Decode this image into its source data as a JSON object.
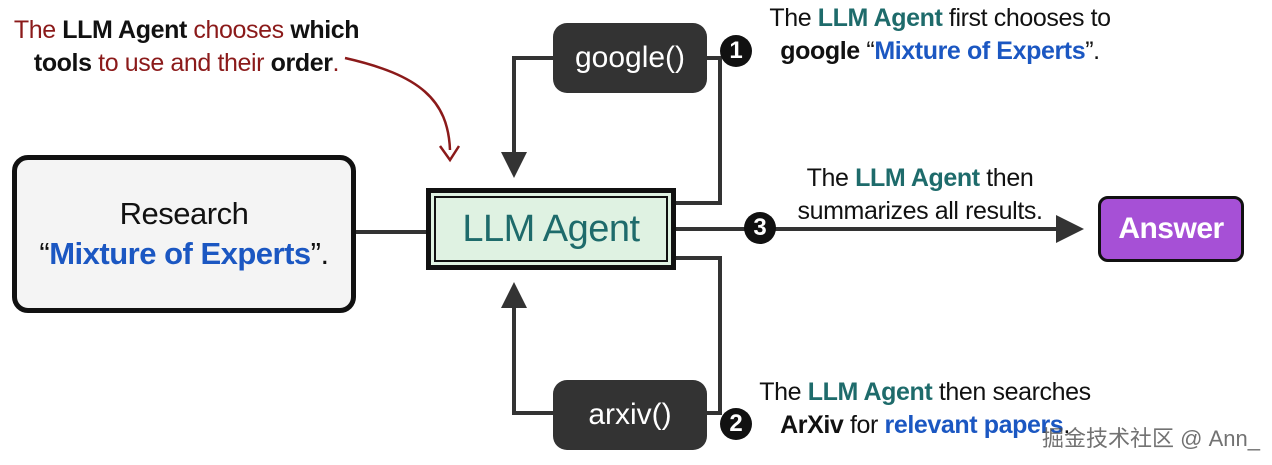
{
  "research": {
    "line1": "Research",
    "open_quote": "“",
    "topic": "Mixture of Experts",
    "close_quote": "”."
  },
  "agent": {
    "label": "LLM Agent"
  },
  "tools": [
    {
      "label": "google()"
    },
    {
      "label": "arxiv()"
    }
  ],
  "answer": {
    "label": "Answer"
  },
  "steps": [
    {
      "number": "1"
    },
    {
      "number": "2"
    },
    {
      "number": "3"
    }
  ],
  "note": {
    "p1": "The ",
    "p2": "LLM Agent",
    "p3": " chooses ",
    "p4": "which",
    "p5": "tools",
    "p6": " to use and their ",
    "p7": "order",
    "p8": "."
  },
  "caption_google": {
    "p1": "The ",
    "p2": "LLM Agent",
    "p3": " first chooses to",
    "p4": "google",
    "p5": " “",
    "p6": "Mixture of Experts",
    "p7": "”."
  },
  "caption_summary": {
    "p1": "The ",
    "p2": "LLM Agent",
    "p3": " then",
    "p4": "summarizes all results."
  },
  "caption_arxiv": {
    "p1": "The ",
    "p2": "LLM Agent",
    "p3": " then searches",
    "p4": "ArXiv",
    "p5": " for ",
    "p6": "relevant papers",
    "p7": "."
  },
  "watermark": "掘金技术社区 @ Ann_",
  "colors": {
    "agent_fill": "#dff2e2",
    "agent_text": "#1e6b6b",
    "highlight_blue": "#1b57c2",
    "tool_fill": "#333333",
    "answer_fill": "#a650d6",
    "note_red": "#8b1a1a",
    "line": "#333333"
  }
}
